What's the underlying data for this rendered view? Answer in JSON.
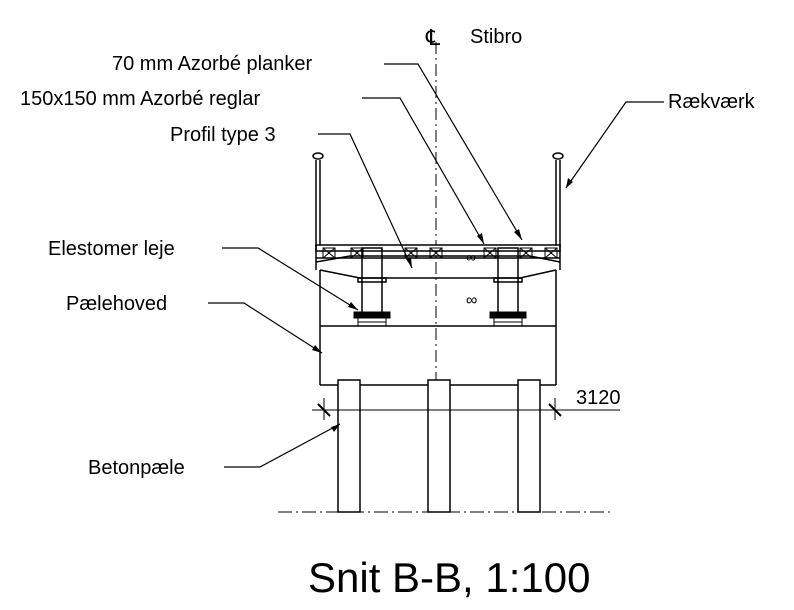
{
  "centerline": {
    "symbol": "℄",
    "label": "Stibro"
  },
  "labels": {
    "planker": "70 mm Azorbé planker",
    "reglar": "150x150 mm Azorbé reglar",
    "profil": "Profil type 3",
    "raekvaerk": "Rækværk",
    "elastomer": "Elestomer leje",
    "paelehoved": "Pælehoved",
    "betonpaele": "Betonpæle"
  },
  "dimension": {
    "width": "3120"
  },
  "symbols": {
    "infinity": "∞"
  },
  "title": "Snit B-B, 1:100"
}
